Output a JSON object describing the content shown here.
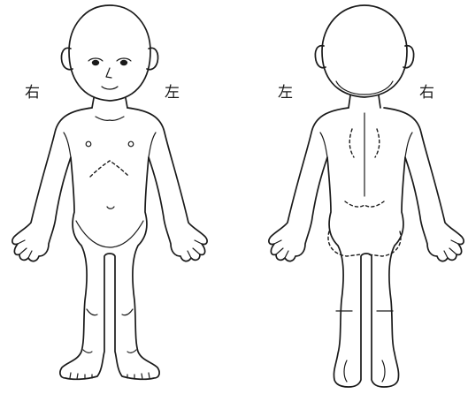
{
  "labels": {
    "front_left_side": "右",
    "front_right_side": "左",
    "back_left_side": "左",
    "back_right_side": "右"
  },
  "colors": {
    "stroke": "#1a1a1a",
    "background": "#ffffff"
  }
}
